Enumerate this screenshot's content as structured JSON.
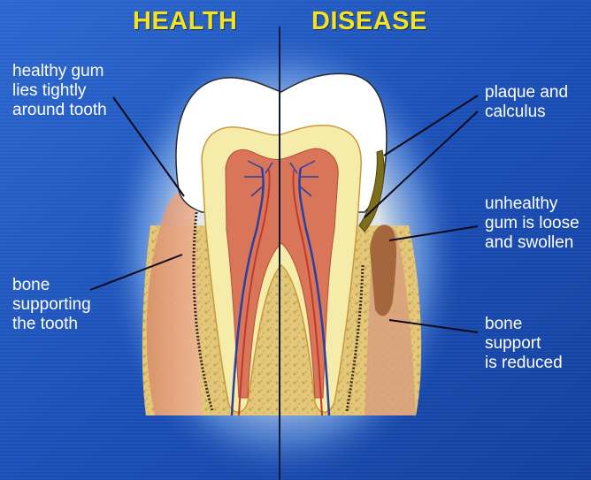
{
  "headings": {
    "health": "HEALTH",
    "disease": "DISEASE"
  },
  "labels": {
    "healthy_gum": "healthy gum\nlies tightly\naround tooth",
    "bone_supporting": "bone\nsupporting\nthe tooth",
    "plaque": "plaque and\ncalculus",
    "unhealthy_gum": "unhealthy\ngum is loose\nand swollen",
    "bone_reduced": "bone\nsupport\nis reduced"
  },
  "colors": {
    "background": "#1a4fb6",
    "heading": "#f4e21a",
    "label": "#ffffff",
    "enamel": "#ffffff",
    "dentin": "#f6ecaa",
    "pulp": "#d9765a",
    "gum": "#e0a080",
    "bone": "#e2c878",
    "calculus": "#8a7a20"
  }
}
